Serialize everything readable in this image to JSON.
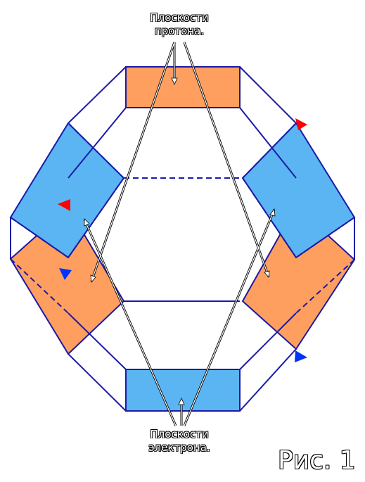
{
  "labels": {
    "proton_line1": "Плоскости",
    "proton_line2": "протона.",
    "electron_line1": "Плоскости",
    "electron_line2": "электрона."
  },
  "figure_caption": "Рис. 1",
  "colors": {
    "proton_planes": "#ff9f5f",
    "electron_planes": "#5ab5f2",
    "outline": "#1a1aa8",
    "arrow_red": "#ff0000",
    "arrow_blue": "#0033ff",
    "pointer": "#ffffff"
  }
}
